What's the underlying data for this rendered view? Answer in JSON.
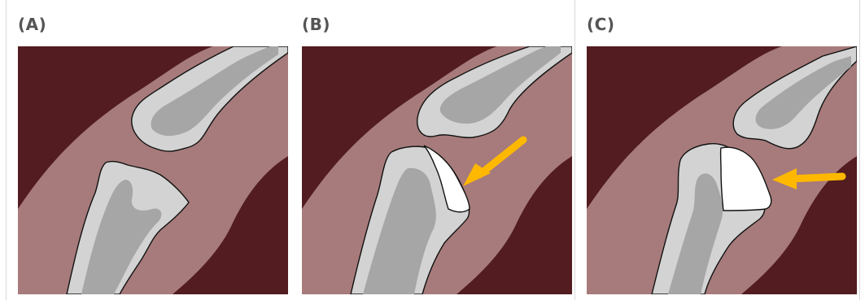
{
  "panels": [
    {
      "label": "(A)"
    },
    {
      "label": "(B)"
    },
    {
      "label": "(C)"
    }
  ],
  "colors": {
    "background_dark": "#521c20",
    "soft_tissue": "#a77b7b",
    "bone_outer": "#d3d3d3",
    "bone_inner": "#a6a6a6",
    "implant": "#ffffff",
    "arrow": "#ffb800",
    "outline": "#111111",
    "label": "#555555",
    "divider": "#d9d9d9"
  },
  "icons": [
    "arrow-right-icon",
    "arrow-down-left-icon"
  ]
}
